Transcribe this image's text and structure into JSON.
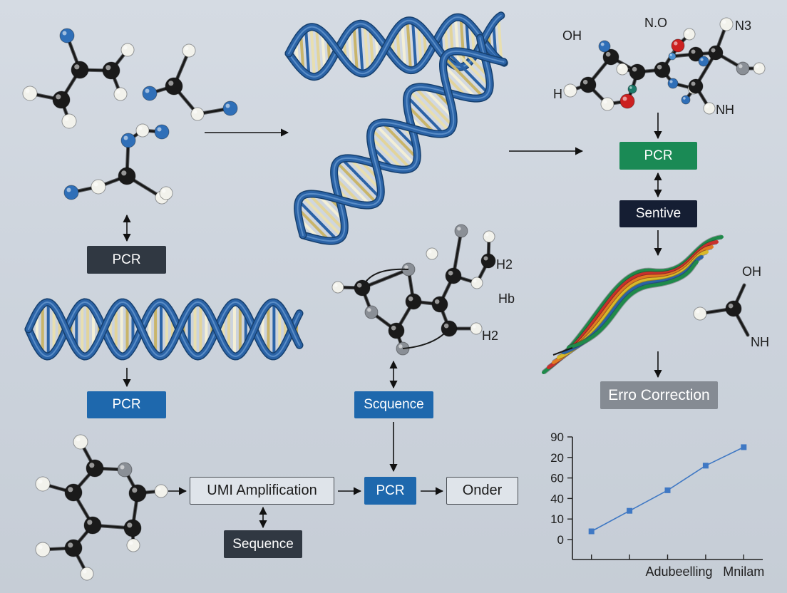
{
  "boxes": {
    "pcr_left": "PCR",
    "pcr_mid_left": "PCR",
    "pcr_green": "PCR",
    "sentive": "Sentive",
    "scquence": "Scquence",
    "umi": "UMI Amplification",
    "pcr_bottom": "PCR",
    "onder": "Onder",
    "sequence_bottom": "Sequence",
    "error_correction": "Erro Correction"
  },
  "atom_labels": {
    "oh_top": "OH",
    "no_top": "N.O",
    "n3_top": "N3",
    "h_left": "H",
    "nh_right": "NH",
    "h2_a": "H2",
    "hb": "Hb",
    "h2_b": "H2",
    "oh_right": "OH",
    "nh_lower": "NH"
  },
  "colors": {
    "atom_blue": "#2f6fb8",
    "atom_black": "#1a1a1a",
    "atom_white": "#f2f2ec",
    "atom_red": "#cc2020",
    "dna_blue": "#2b63a6",
    "pcr_green": "#1a8a55",
    "pcr_blue": "#1e68ad",
    "line_blue": "#3f78c4"
  },
  "chart_data": {
    "type": "line",
    "y_tick_labels": [
      "90",
      "20",
      "60",
      "40",
      "10",
      "0"
    ],
    "x_tick_labels": [
      "Adubeelling",
      "Mnilam"
    ],
    "series": [
      {
        "points": [
          {
            "x": 1,
            "y": 0.4
          },
          {
            "x": 2,
            "y": 1.4
          },
          {
            "x": 3,
            "y": 2.4
          },
          {
            "x": 4,
            "y": 3.6
          },
          {
            "x": 5,
            "y": 4.5
          }
        ]
      }
    ],
    "xlim": [
      0.5,
      5.5
    ],
    "ylim": [
      0,
      5
    ],
    "grid": false
  }
}
